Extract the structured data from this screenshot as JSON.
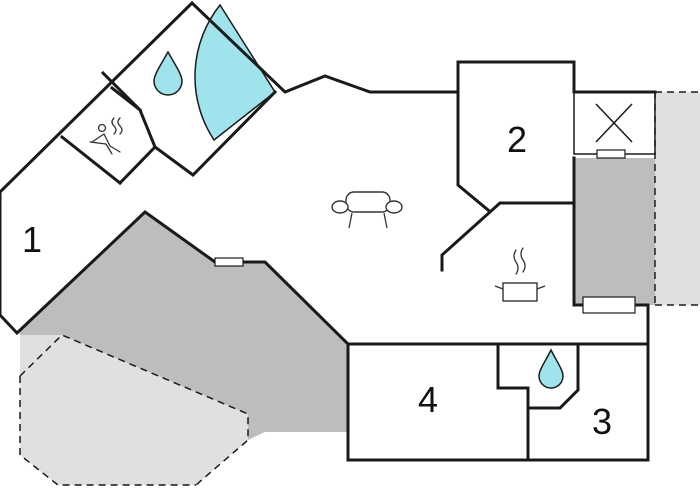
{
  "floor_plan": {
    "rooms": [
      {
        "label": "1"
      },
      {
        "label": "2"
      },
      {
        "label": "3"
      },
      {
        "label": "4"
      }
    ],
    "icons": [
      "sauna-icon",
      "water-drop-icon",
      "pool-icon",
      "sofa-icon",
      "cooking-pot-icon",
      "water-drop-icon"
    ],
    "colors": {
      "wall": "#1a1a1a",
      "terrace": "#bdbdbd",
      "outdoor_area": "#e0e0e0",
      "pool": "#9fe4ec"
    }
  }
}
